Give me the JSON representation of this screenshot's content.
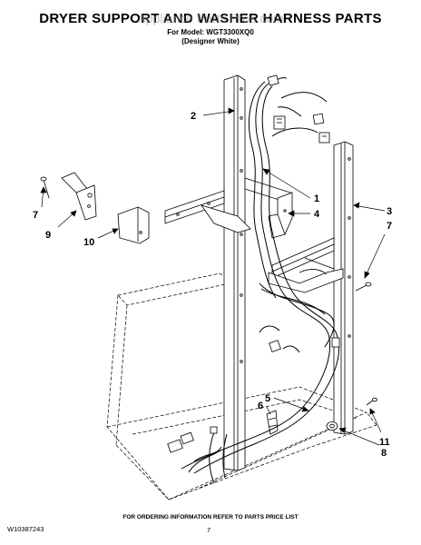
{
  "header": {
    "title": "DRYER SUPPORT AND WASHER HARNESS PARTS",
    "watermark": "Appliance Parts Pros.com",
    "model_line": "For Model: WGT3300XQ0",
    "color_line": "(Designer White)"
  },
  "callouts": {
    "c1": "1",
    "c2": "2",
    "c3": "3",
    "c4": "4",
    "c5": "5",
    "c6": "6",
    "c7a": "7",
    "c7b": "7",
    "c8": "8",
    "c9": "9",
    "c10": "10",
    "c11": "11"
  },
  "footer": {
    "order_info": "FOR ORDERING INFORMATION REFER TO PARTS PRICE LIST",
    "doc_number": "W10387243",
    "page_number": "7"
  }
}
